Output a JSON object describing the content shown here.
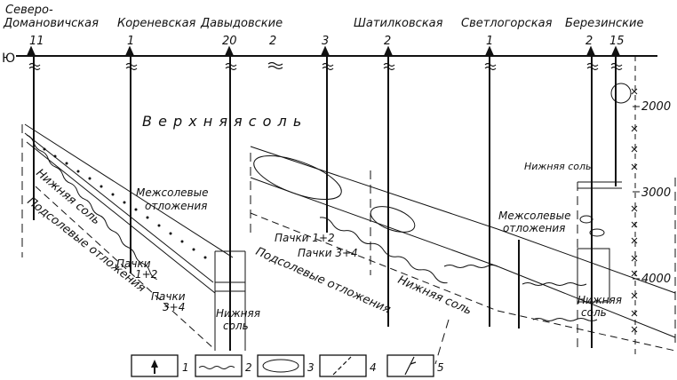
{
  "header": {
    "south_label": "Ю",
    "fields": [
      {
        "id": "sev",
        "name_line1": "Северо-",
        "name_line2": "Домановичская",
        "wells": [
          "11"
        ]
      },
      {
        "id": "kor",
        "name": "Кореневская",
        "wells": [
          "1"
        ]
      },
      {
        "id": "dav",
        "name": "Давыдовские",
        "wells": [
          "20",
          "2",
          "3"
        ]
      },
      {
        "id": "sha",
        "name": "Шатилковская",
        "wells": [
          "2"
        ]
      },
      {
        "id": "sve",
        "name": "Светлогорская",
        "wells": [
          "1"
        ]
      },
      {
        "id": "ber",
        "name": "Березинские",
        "wells": [
          "2",
          "15"
        ]
      }
    ]
  },
  "depth_scale": {
    "ticks": [
      "2000",
      "3000",
      "4000"
    ]
  },
  "units": {
    "upper_salt": "В е р х н я я     с о л ь",
    "interbed_1_line1": "Межсолевые",
    "interbed_1_line2": "отложения",
    "interbed_2_line1": "Межсолевые",
    "interbed_2_line2": "отложения",
    "lower_salt_west": "Нижняя соль",
    "lower_salt_center": "Нижняя соль",
    "lower_salt_box_line1": "Нижняя",
    "lower_salt_box_line2": "соль",
    "lower_salt_east_top": "Нижняя соль",
    "lower_salt_east_box_line1": "Нижняя",
    "lower_salt_east_box_line2": "соль",
    "subsalt_west": "Подсолевые отложения",
    "subsalt_center": "Подсолевые отложения",
    "packs_a_line1": "Пачки",
    "packs_a_line2": "1+2",
    "packs_b_line1": "Пачки",
    "packs_b_line2": "3+4",
    "packs_c": "Пачки 1+2",
    "packs_d": "Пачки 3+4"
  },
  "legend": [
    {
      "num": "1",
      "symbol": "well-arrow"
    },
    {
      "num": "2",
      "symbol": "pebble-line"
    },
    {
      "num": "3",
      "symbol": "pebble-lens"
    },
    {
      "num": "4",
      "symbol": "fault-line"
    },
    {
      "num": "5",
      "symbol": "well-projection"
    }
  ]
}
